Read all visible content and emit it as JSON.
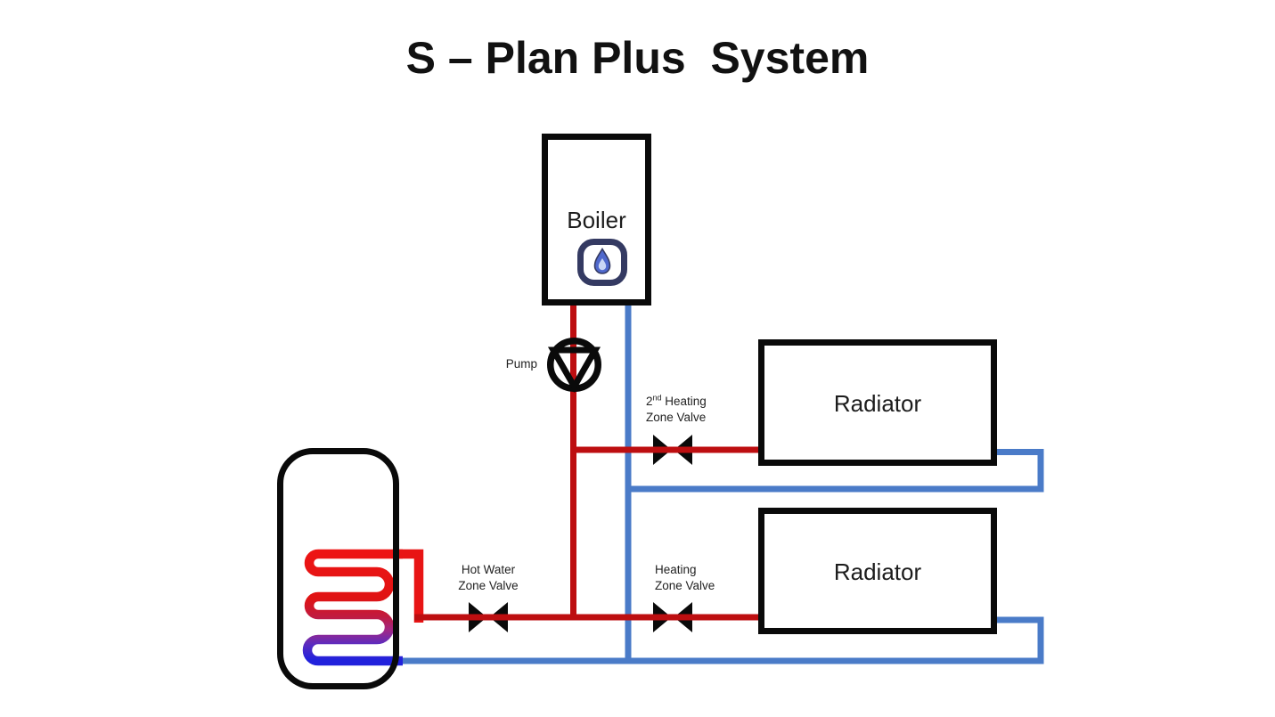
{
  "title": "S – Plan Plus  System",
  "colors": {
    "pipe_hot": "#BD0E10",
    "pipe_return": "#4A7BC8",
    "coil_hot": "#E81414",
    "coil_cold": "#2121DC",
    "valve_black": "#0a0a0a",
    "icon_navy": "#343A62",
    "flame_blue": "#4F68CC",
    "flame_light": "#C9D6F5"
  },
  "boiler": {
    "label": "Boiler"
  },
  "pump": {
    "label": "Pump"
  },
  "radiators": [
    {
      "label": "Radiator"
    },
    {
      "label": "Radiator"
    }
  ],
  "valves": {
    "second_heating": {
      "line1_num": "2",
      "line1_sup": "nd",
      "line1_rest": " Heating",
      "line2": "Zone Valve"
    },
    "hot_water": {
      "line1": "Hot Water",
      "line2": "Zone Valve"
    },
    "heating": {
      "line1": "Heating",
      "line2": "Zone Valve"
    }
  }
}
